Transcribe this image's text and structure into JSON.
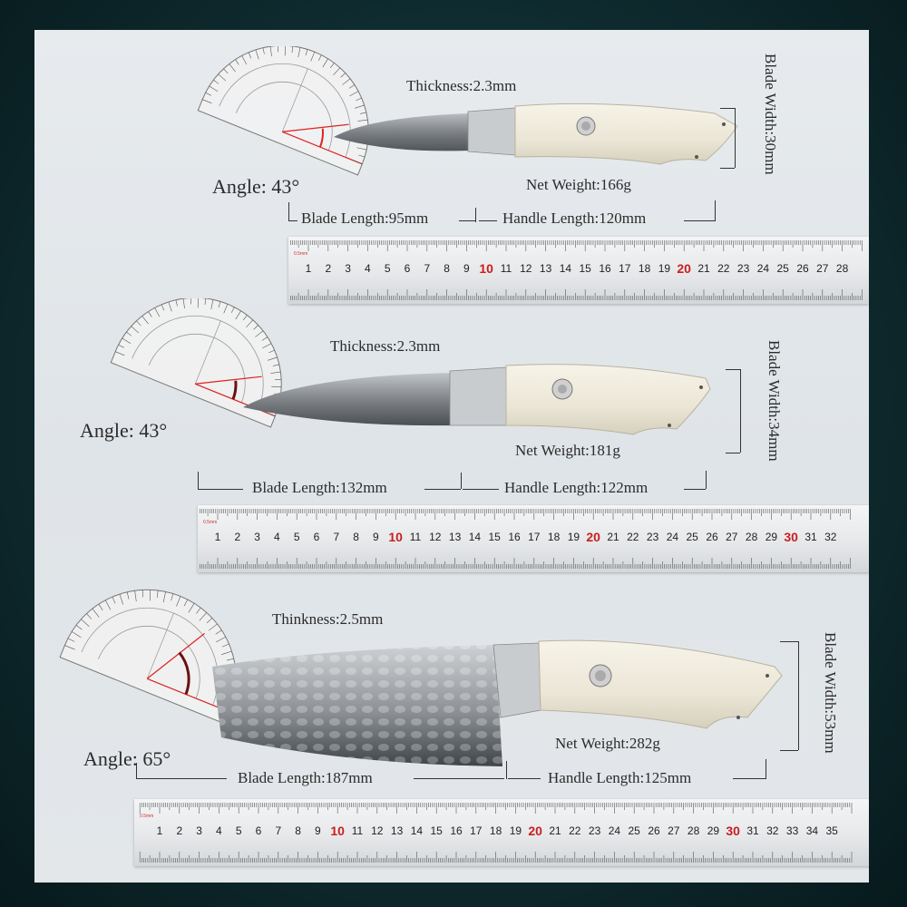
{
  "colors": {
    "background": "#0f2c30",
    "panel": "#e3e7ea",
    "ruler_red": "#c81e1e",
    "handle": "#ece8da",
    "text": "#2b2b2b"
  },
  "ruler_unit": "0.5mm",
  "knives": [
    {
      "thickness": "Thickness:2.3mm",
      "angle": "Angle: 43°",
      "net_weight": "Net Weight:166g",
      "blade_length": "Blade Length:95mm",
      "handle_length": "Handle Length:120mm",
      "blade_width": "Blade Width:30mm",
      "ruler_numbers": [
        "1",
        "2",
        "3",
        "4",
        "5",
        "6",
        "7",
        "8",
        "9",
        "10",
        "11",
        "12",
        "13",
        "14",
        "15",
        "16",
        "17",
        "18",
        "19",
        "20",
        "21",
        "22",
        "23",
        "24",
        "25",
        "26",
        "27",
        "28"
      ]
    },
    {
      "thickness": "Thickness:2.3mm",
      "angle": "Angle: 43°",
      "net_weight": "Net Weight:181g",
      "blade_length": "Blade Length:132mm",
      "handle_length": "Handle Length:122mm",
      "blade_width": "Blade Width:34mm",
      "ruler_numbers": [
        "1",
        "2",
        "3",
        "4",
        "5",
        "6",
        "7",
        "8",
        "9",
        "10",
        "11",
        "12",
        "13",
        "14",
        "15",
        "16",
        "17",
        "18",
        "19",
        "20",
        "21",
        "22",
        "23",
        "24",
        "25",
        "26",
        "27",
        "28",
        "29",
        "30",
        "31",
        "32"
      ]
    },
    {
      "thickness": "Thinkness:2.5mm",
      "angle": "Angle: 65°",
      "net_weight": "Net Weight:282g",
      "blade_length": "Blade Length:187mm",
      "handle_length": "Handle Length:125mm",
      "blade_width": "Blade Width:53mm",
      "ruler_numbers": [
        "1",
        "2",
        "3",
        "4",
        "5",
        "6",
        "7",
        "8",
        "9",
        "10",
        "11",
        "12",
        "13",
        "14",
        "15",
        "16",
        "17",
        "18",
        "19",
        "20",
        "21",
        "22",
        "23",
        "24",
        "25",
        "26",
        "27",
        "28",
        "29",
        "30",
        "31",
        "32",
        "33",
        "34",
        "35"
      ]
    }
  ]
}
